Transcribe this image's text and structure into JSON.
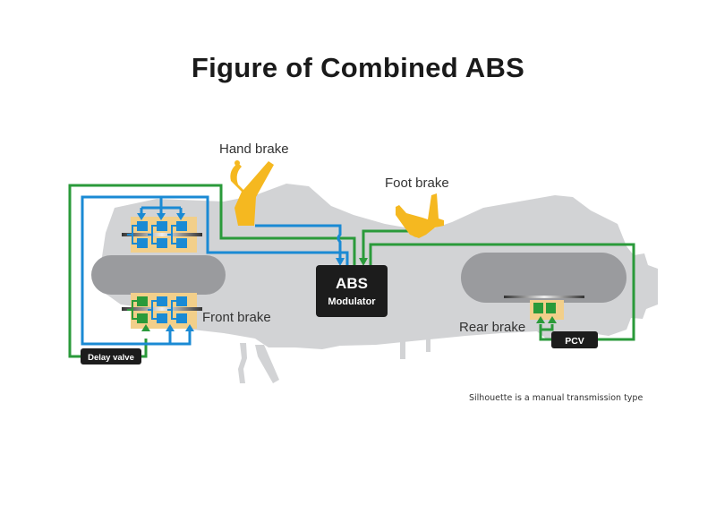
{
  "title": "Figure of Combined ABS",
  "labels": {
    "hand_brake": "Hand brake",
    "foot_brake": "Foot brake",
    "front_brake": "Front brake",
    "rear_brake": "Rear brake",
    "abs_line1": "ABS",
    "abs_line2": "Modulator",
    "delay_valve": "Delay valve",
    "pcv": "PCV"
  },
  "footnote": "Silhouette is a manual transmission type",
  "colors": {
    "blue_line": "#1a8ad4",
    "green_line": "#2a9a3a",
    "yellow_lever": "#f5b820",
    "pad_bg": "#f2cf8a",
    "silhouette": "#d2d3d5",
    "wheel": "#9a9b9e",
    "box": "#1c1c1c"
  }
}
